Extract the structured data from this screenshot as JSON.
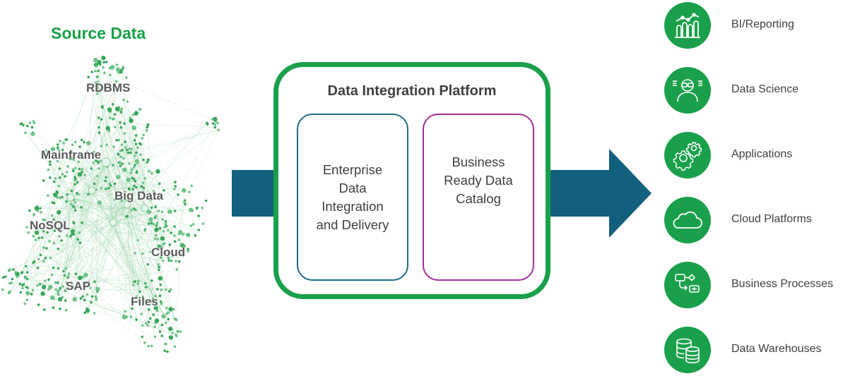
{
  "source": {
    "title": "Source Data",
    "labels": [
      "RDBMS",
      "Mainframe",
      "Big Data",
      "NoSQL",
      "Cloud",
      "SAP",
      "Files"
    ]
  },
  "platform": {
    "title": "Data Integration Platform",
    "boxes": [
      {
        "text": "Enterprise\nData\nIntegration\nand Delivery"
      },
      {
        "text": "Business\nReady Data\nCatalog"
      }
    ]
  },
  "destinations": [
    {
      "label": "BI/Reporting",
      "icon": "bar-chart-icon"
    },
    {
      "label": "Data Science",
      "icon": "data-scientist-icon"
    },
    {
      "label": "Applications",
      "icon": "gears-icon"
    },
    {
      "label": "Cloud Platforms",
      "icon": "cloud-icon"
    },
    {
      "label": "Business Processes",
      "icon": "process-flow-icon"
    },
    {
      "label": "Data Warehouses",
      "icon": "database-icon"
    }
  ],
  "colors": {
    "green": "#1aa04a",
    "arrow": "#12607e",
    "edi_border": "#1e6b86",
    "catalog_border": "#a0309a"
  }
}
